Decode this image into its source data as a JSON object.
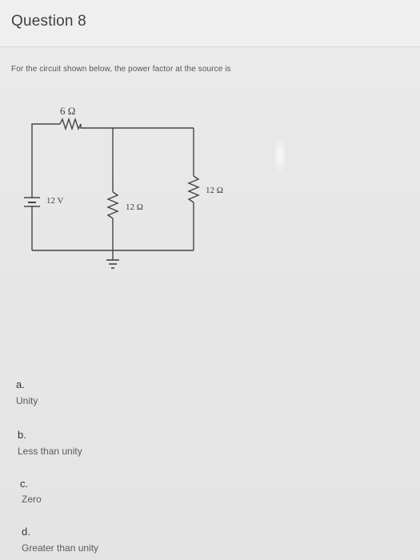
{
  "question": {
    "title": "Question 8",
    "prompt": "For the circuit shown below, the power factor at the source is"
  },
  "circuit": {
    "top_resistor": "6 Ω",
    "source": "12 V",
    "middle_resistor": "12 Ω",
    "right_resistor": "12 Ω"
  },
  "options": [
    {
      "letter": "a.",
      "text": "Unity"
    },
    {
      "letter": "b.",
      "text": "Less than unity"
    },
    {
      "letter": "c.",
      "text": "Zero"
    },
    {
      "letter": "d.",
      "text": "Greater than unity"
    }
  ]
}
